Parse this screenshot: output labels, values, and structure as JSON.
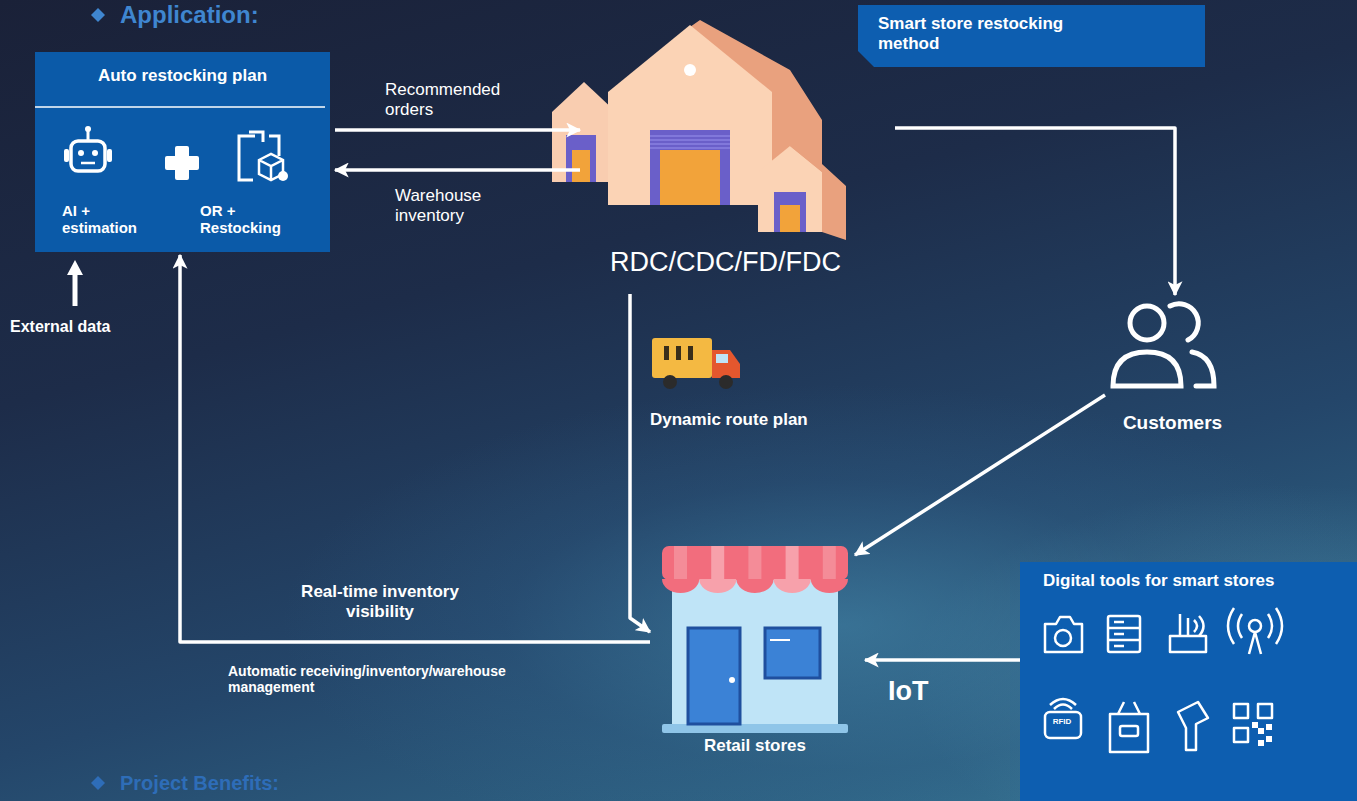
{
  "diagram": {
    "title": "Application:",
    "nodes": [
      {
        "text": [
          "Auto restocking plan",
          "AI + estimation",
          "OR + Restocking"
        ]
      },
      {
        "text": [
          "RDC/CDC/FD/FDC"
        ]
      },
      {
        "text": [
          "Smart store restocking method"
        ]
      },
      {
        "text": [
          "Customers"
        ]
      },
      {
        "text": [
          "Retail stores"
        ]
      },
      {
        "text": [
          "Digital tools for smart stores"
        ]
      }
    ],
    "edges": [
      {
        "from": 0,
        "to": 1,
        "label": "Recommended orders",
        "arrow": "to"
      },
      {
        "from": 1,
        "to": 0,
        "label": "Warehouse inventory",
        "arrow": "to"
      },
      {
        "from": 1,
        "to": 3,
        "arrow": "to"
      },
      {
        "from": 3,
        "to": 4,
        "arrow": "to"
      },
      {
        "from": 1,
        "to": 4,
        "label": "Dynamic route plan",
        "arrow": "to"
      },
      {
        "from": 4,
        "to": 0,
        "label": "Real-time inventory visibility",
        "arrow": "to"
      },
      {
        "from": 5,
        "to": 4,
        "label": "IoT",
        "arrow": "to"
      }
    ],
    "labels": [
      "External data",
      "Automatic receiving/inventory/warehouse management",
      "RFID",
      "Project Benefits:"
    ]
  }
}
